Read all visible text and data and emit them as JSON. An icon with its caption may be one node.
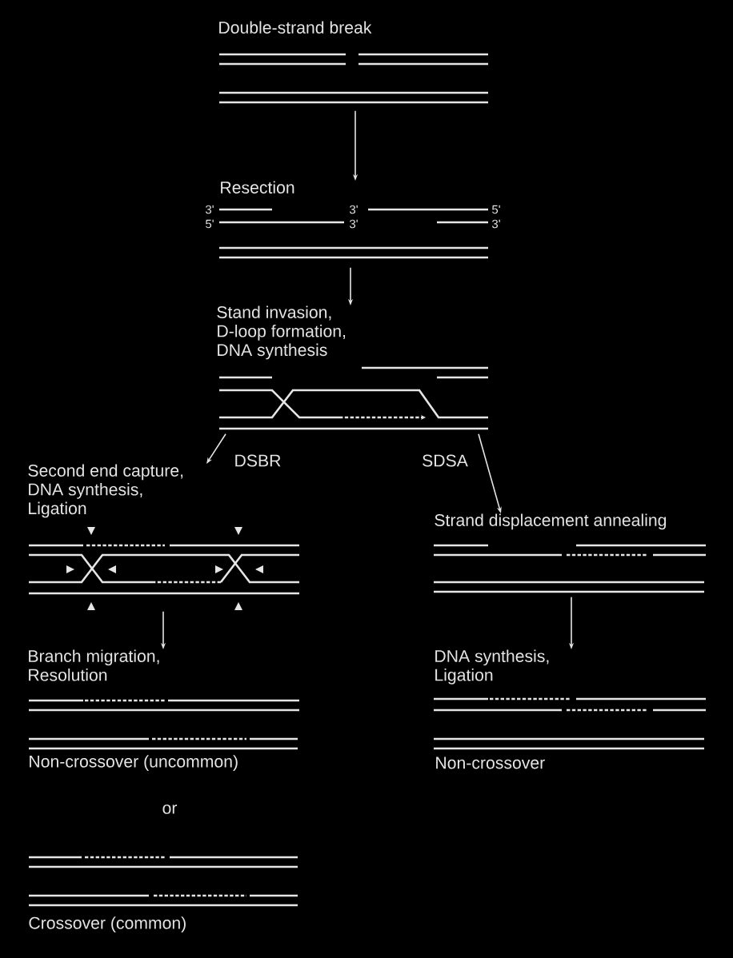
{
  "diagram": {
    "nodes": [
      {
        "text": [
          "Double-strand break"
        ]
      },
      {
        "text": [
          "Resection"
        ]
      },
      {
        "text": [
          "Stand invasion, D-loop formation, DNA synthesis"
        ]
      },
      {
        "text": [
          "Second end capture, DNA synthesis, Ligation"
        ]
      },
      {
        "text": [
          "Strand displacement annealing"
        ]
      },
      {
        "text": [
          "Branch migration, Resolution"
        ]
      },
      {
        "text": [
          "DNA synthesis, Ligation"
        ]
      }
    ],
    "edges": [
      {
        "from": 0,
        "to": 1,
        "arrow": "to"
      },
      {
        "from": 1,
        "to": 2,
        "arrow": "to"
      },
      {
        "from": 2,
        "to": 3,
        "arrow": "to",
        "label": "DSBR"
      },
      {
        "from": 2,
        "to": 4,
        "arrow": "to",
        "label": "SDSA"
      },
      {
        "from": 3,
        "to": 5,
        "arrow": "to"
      },
      {
        "from": 4,
        "to": 6,
        "arrow": "to"
      }
    ],
    "labels": [
      "3'",
      "3'",
      "5'",
      "5'",
      "3'",
      "3'",
      "Non-crossover (uncommon)",
      "Non-crossover",
      "or",
      "Crossover (common)"
    ]
  }
}
